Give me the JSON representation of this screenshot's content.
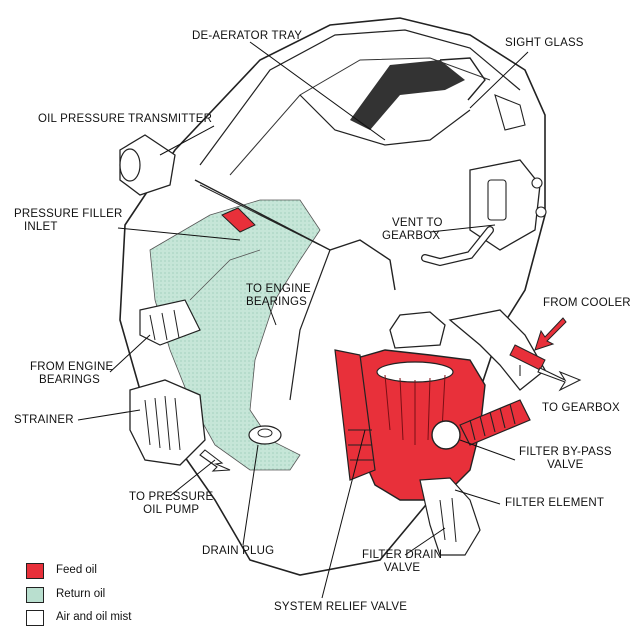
{
  "labels": {
    "deaerator_tray": "DE-AERATOR TRAY",
    "sight_glass": "SIGHT GLASS",
    "oil_pressure_transmitter": "OIL PRESSURE TRANSMITTER",
    "pressure_filler_inlet_1": "PRESSURE FILLER",
    "pressure_filler_inlet_2": "INLET",
    "vent_to_gearbox_1": "VENT TO",
    "vent_to_gearbox_2": "GEARBOX",
    "to_engine_bearings_1": "TO ENGINE",
    "to_engine_bearings_2": "BEARINGS",
    "from_cooler": "FROM COOLER",
    "from_engine_bearings_1": "FROM ENGINE",
    "from_engine_bearings_2": "BEARINGS",
    "to_gearbox": "TO GEARBOX",
    "strainer": "STRAINER",
    "filter_bypass_valve_1": "FILTER BY-PASS",
    "filter_bypass_valve_2": "VALVE",
    "to_pressure_oil_pump_1": "TO PRESSURE",
    "to_pressure_oil_pump_2": "OIL PUMP",
    "filter_element": "FILTER ELEMENT",
    "drain_plug": "DRAIN PLUG",
    "filter_drain_valve_1": "FILTER DRAIN",
    "filter_drain_valve_2": "VALVE",
    "system_relief_valve": "SYSTEM RELIEF VALVE"
  },
  "legend": [
    {
      "label": "Feed oil",
      "color": "#e8303a"
    },
    {
      "label": "Return oil",
      "color": "#b9dfcf"
    },
    {
      "label": "Air and oil mist",
      "color": "#ffffff"
    }
  ]
}
